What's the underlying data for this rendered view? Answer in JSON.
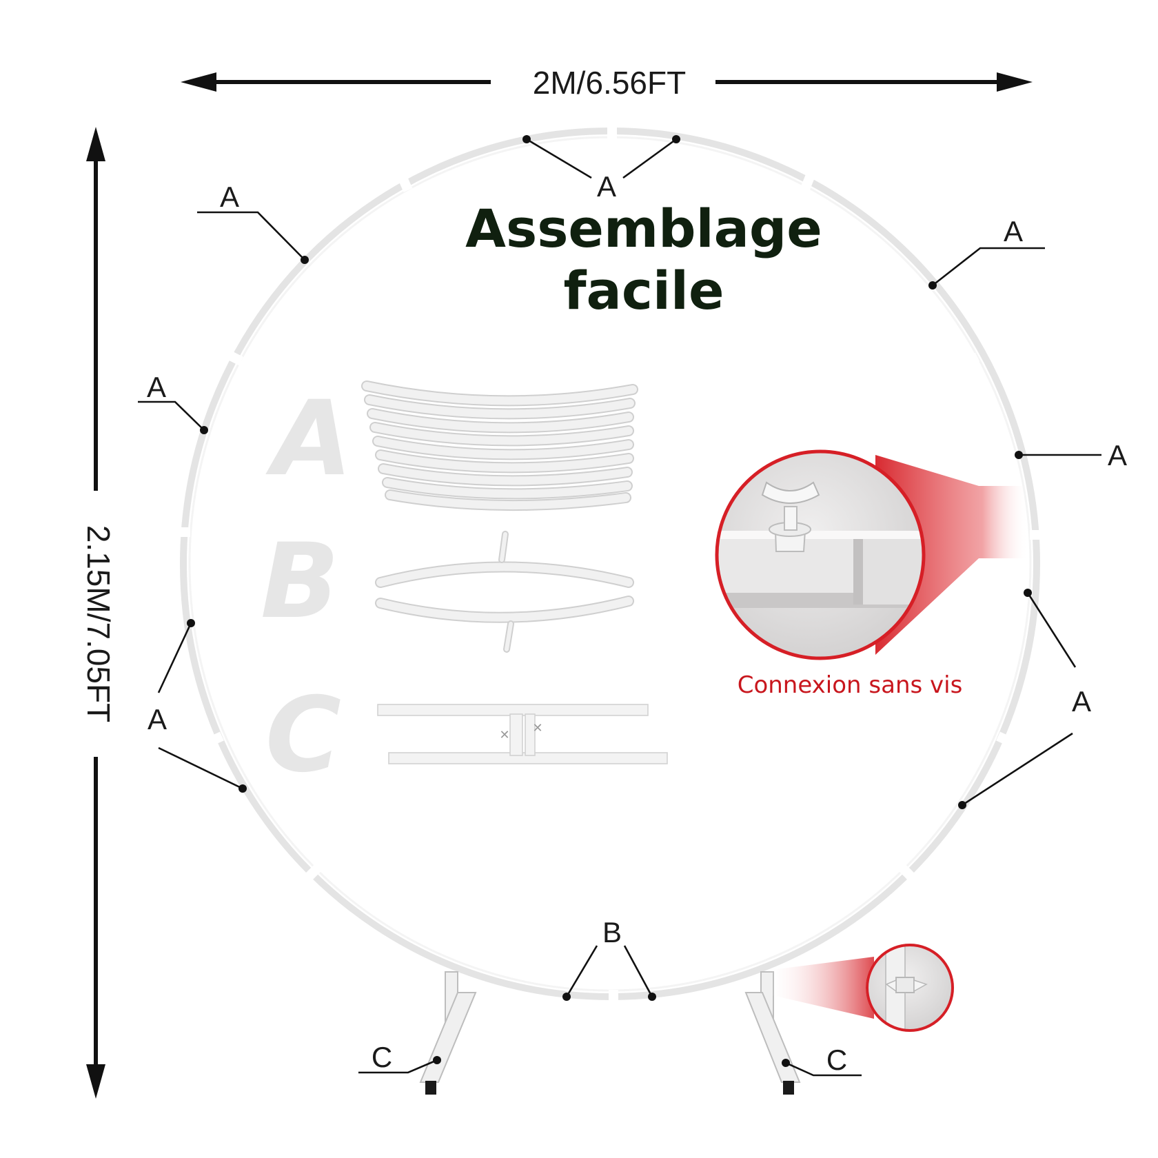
{
  "dimensions": {
    "width_label": "2M/6.56FT",
    "height_label": "2.15M/7.05FT"
  },
  "title": {
    "line1": "Assemblage",
    "line2": "facile"
  },
  "parts": {
    "a": "A",
    "b": "B",
    "c": "C"
  },
  "callout": {
    "caption": "Connexion sans vis"
  },
  "colors": {
    "title": "#10200f",
    "caption": "#c8161d",
    "zoom_ring": "#d61f26"
  }
}
